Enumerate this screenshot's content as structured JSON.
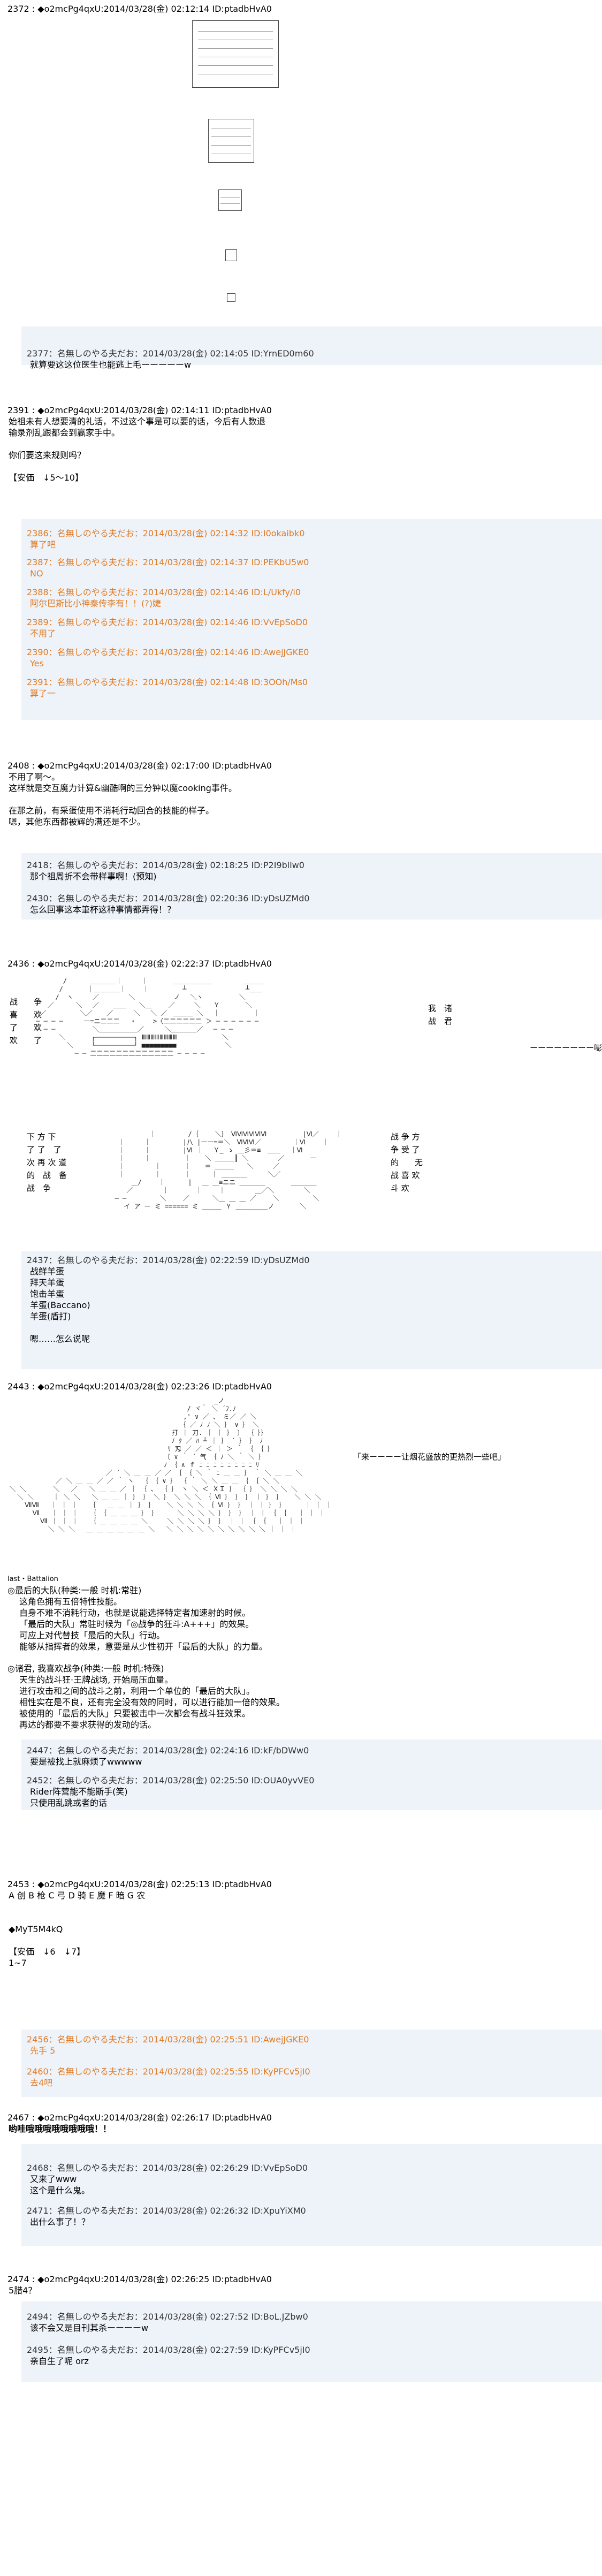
{
  "posts": [
    {
      "header": "2372 : ◆o2mcPg4qxU:2014/03/28(金) 02:12:14 ID:ptadbHvA0",
      "body": ""
    },
    {
      "header": "2391 : ◆o2mcPg4qxU:2014/03/28(金) 02:14:11 ID:ptadbHvA0",
      "body": "始祖未有人想要清的礼话，不过这个事是可以要的话，今后有人数退\n输录剂乱跟都会到赢家手中。\n\n你们要这来规则吗？\n\n【安価　↓5～10】"
    },
    {
      "header": "2408 : ◆o2mcPg4qxU:2014/03/28(金) 02:17:00 ID:ptadbHvA0",
      "body": "不用了啊～。\n这样就是交互魔力计算&幽酷啊的三分钟以魔cooking事件。\n\n在那之前，有采蛋使用不消耗行动回合的技能的样子。\n嗯，其他东西都被辉的满还是不少。"
    },
    {
      "header": "2436 : ◆o2mcPg4qxU:2014/03/28(金) 02:22:37 ID:ptadbHvA0",
      "body": ""
    },
    {
      "header": "2443 : ◆o2mcPg4qxU:2014/03/28(金) 02:23:26 ID:ptadbHvA0",
      "body": ""
    },
    {
      "header": "2453 : ◆o2mcPg4qxU:2014/03/28(金) 02:25:13 ID:ptadbHvA0",
      "body": "A 创 B 枪 C 弓 D 骑 E 魔 F 暗 G 农\n\n\n◆MyT5M4kQ\n\n【安価　↓6　↓7】\n1~7"
    },
    {
      "header": "2467 : ◆o2mcPg4qxU:2014/03/28(金) 02:26:17 ID:ptadbHvA0",
      "body": "哟哇哦哦哦哦哦哦哦哦！！"
    },
    {
      "header": "2474 : ◆o2mcPg4qxU:2014/03/28(金) 02:26:25 ID:ptadbHvA0",
      "body": "5腊4？"
    }
  ],
  "responses": [
    {
      "header": "2377：名無しのやる夫だお：2014/03/28(金) 02:14:05 ID:YrnED0m60",
      "body": "就算要这这位医生也能逃上毛ーーーーーw"
    },
    {
      "header": "2386：名無しのやる夫だお：2014/03/28(金) 02:14:32 ID:I0okaibk0",
      "body": "算了吧"
    },
    {
      "header": "2387：名無しのやる夫だお：2014/03/28(金) 02:14:37 ID:PEKbU5w0",
      "body": "NO"
    },
    {
      "header": "2388：名無しのやる夫だお：2014/03/28(金) 02:14:46 ID:L/Ukfy/i0",
      "body": "阿尔巴斯比小神秦传李有！！(?)婕"
    },
    {
      "header": "2389：名無しのやる夫だお：2014/03/28(金) 02:14:46 ID:VvEpSoD0",
      "body": "不用了"
    },
    {
      "header": "2390：名無しのやる夫だお：2014/03/28(金) 02:14:46 ID:AwejJGKE0",
      "body": "Yes"
    },
    {
      "header": "2391：名無しのやる夫だお：2014/03/28(金) 02:14:48 ID:3OOh/Ms0",
      "body": "算了一"
    },
    {
      "header": "2418：名無しのやる夫だお：2014/03/28(金) 02:18:25 ID:P2I9bllw0",
      "body": "那个祖周折不会带样事啊！(预知)"
    },
    {
      "header": "2430：名無しのやる夫だお：2014/03/28(金) 02:20:36 ID:yDsUZMd0",
      "body": "怎么回事这本筆杯这种事情都弄得！？"
    },
    {
      "header": "2437：名無しのやる夫だお：2014/03/28(金) 02:22:59 ID:yDsUZMd0",
      "body": "战鲜羊蛋\n拜天羊蛋\n饱击羊蛋\n羊蛋(Baccano)\n羊蛋(盾打)\n\n嗯……怎么说呢"
    },
    {
      "header": "2447：名無しのやる夫だお：2014/03/28(金) 02:24:16 ID:kF/bDWw0",
      "body": "要是被找上就麻烦了wwwww"
    },
    {
      "header": "2452：名無しのやる夫だお：2014/03/28(金) 02:25:50 ID:OUA0yvVE0",
      "body": "Rider阵营能不能斯手(笑)\n只使用乱跳或者的话"
    },
    {
      "header": "2456：名無しのやる夫だお：2014/03/28(金) 02:25:51 ID:AwejJGKE0",
      "body": "先手 5"
    },
    {
      "header": "2460：名無しのやる夫だお：2014/03/28(金) 02:25:55 ID:KyPFCv5jI0",
      "body": "去4吧"
    },
    {
      "header": "2468：名無しのやる夫だお：2014/03/28(金) 02:26:29 ID:VvEpSoD0",
      "body": "又来了www\n这个是什么鬼。"
    },
    {
      "header": "2471：名無しのやる夫だお：2014/03/28(金) 02:26:32 ID:XpuYiXM0",
      "body": "出什么事了！？"
    },
    {
      "header": "2494：名無しのやる夫だお：2014/03/28(金) 02:27:52 ID:BoL.JZbw0",
      "body": "该不会又是目刊其杀ーーーーw"
    },
    {
      "header": "2495：名無しのやる夫だお：2014/03/28(金) 02:27:59 ID:KyPFCv5jI0",
      "body": "亲自生了呢 orz"
    }
  ],
  "aa": {
    "battle_words_left": "战　　争\n喜　　欢\n了　　欢\n欢　　了",
    "battle_words_right": "我　诸\n战　君",
    "battle_sound": "ーーーーーーーー嘭",
    "battle_quote_left": "下 方 下\n了 了　了\n次 再 次 道\n的　战　备\n战　争",
    "battle_quote_right": "战 争 方\n争 受 了\n的　　无\n战 喜 欢\n斗 欢",
    "battalion_label": "last・Battalion",
    "speech": "「来ーーーー让烟花盛放的更热烈一些吧」",
    "skill_title_1": "◎最后的大队(种类:一般 时机:常驻)",
    "skill_text_1": "这角色拥有五倍特性技能。\n自身不难不消耗行动，也就是说能选择特定者加速射的时候。\n「最后的大队」常驻时候为「◎战争的狂斗:A+++」的效果。\n可应上对代替技「最后的大队」行动。\n能够从指挥者的效果，意要是从少性初开「最后的大队」的力量。",
    "skill_title_2": "◎诸君, 我喜欢战争(种类:一般 时机:特殊)",
    "skill_text_2": "天生的战斗狂·王牌战场, 开始局压血量。\n进行攻击和之间的战斗之前，利用一个单位的「最后的大队」。\n相性实在是不良，还有完全没有效的同时，可以进行能加一倍的效果。\n被使用的「最后的大队」只要被击中一次都会有战斗狂效果。\n再达的都要不要求获得的发动的话。"
  }
}
